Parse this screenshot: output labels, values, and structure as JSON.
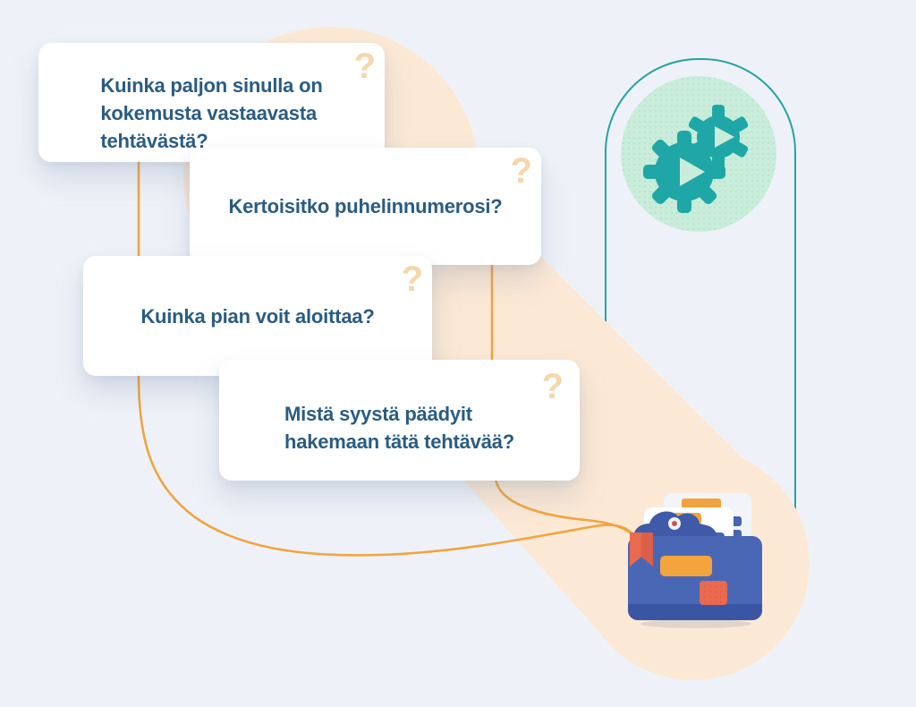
{
  "illustration": {
    "description": "Question cards connected by lines to a document folder",
    "language": "Finnish"
  },
  "cards": [
    {
      "text": "Kuinka paljon sinulla on\nkokemusta vastaavasta\ntehtävästä?",
      "icon": "?"
    },
    {
      "text": "Kertoisitko puhelinnumerosi?",
      "icon": "?"
    },
    {
      "text": "Kuinka pian voit aloittaa?",
      "icon": "?"
    },
    {
      "text": "Mistä syystä päädyit\nhakemaan tätä tehtävää?",
      "icon": "?"
    }
  ],
  "icons": {
    "gears": "gears-play-icon",
    "folder": "folder-documents-illustration",
    "question_mark": "?"
  },
  "colors": {
    "background": "#eef2f8",
    "card_background": "#ffffff",
    "card_text": "#2a5c82",
    "question_mark": "#f7d6aa",
    "connector_orange": "#f2a43f",
    "outline_teal": "#24a4a0",
    "circle_mint": "#c9edda",
    "gear_teal": "#1fa7a7",
    "band_peach": "#fce9d5",
    "folder_blue": "#4a67b5",
    "folder_dark_blue": "#3b55a5",
    "label_orange": "#f3a43c",
    "sticker_coral": "#ea6a4f",
    "sheet_white": "#fdfeff"
  }
}
